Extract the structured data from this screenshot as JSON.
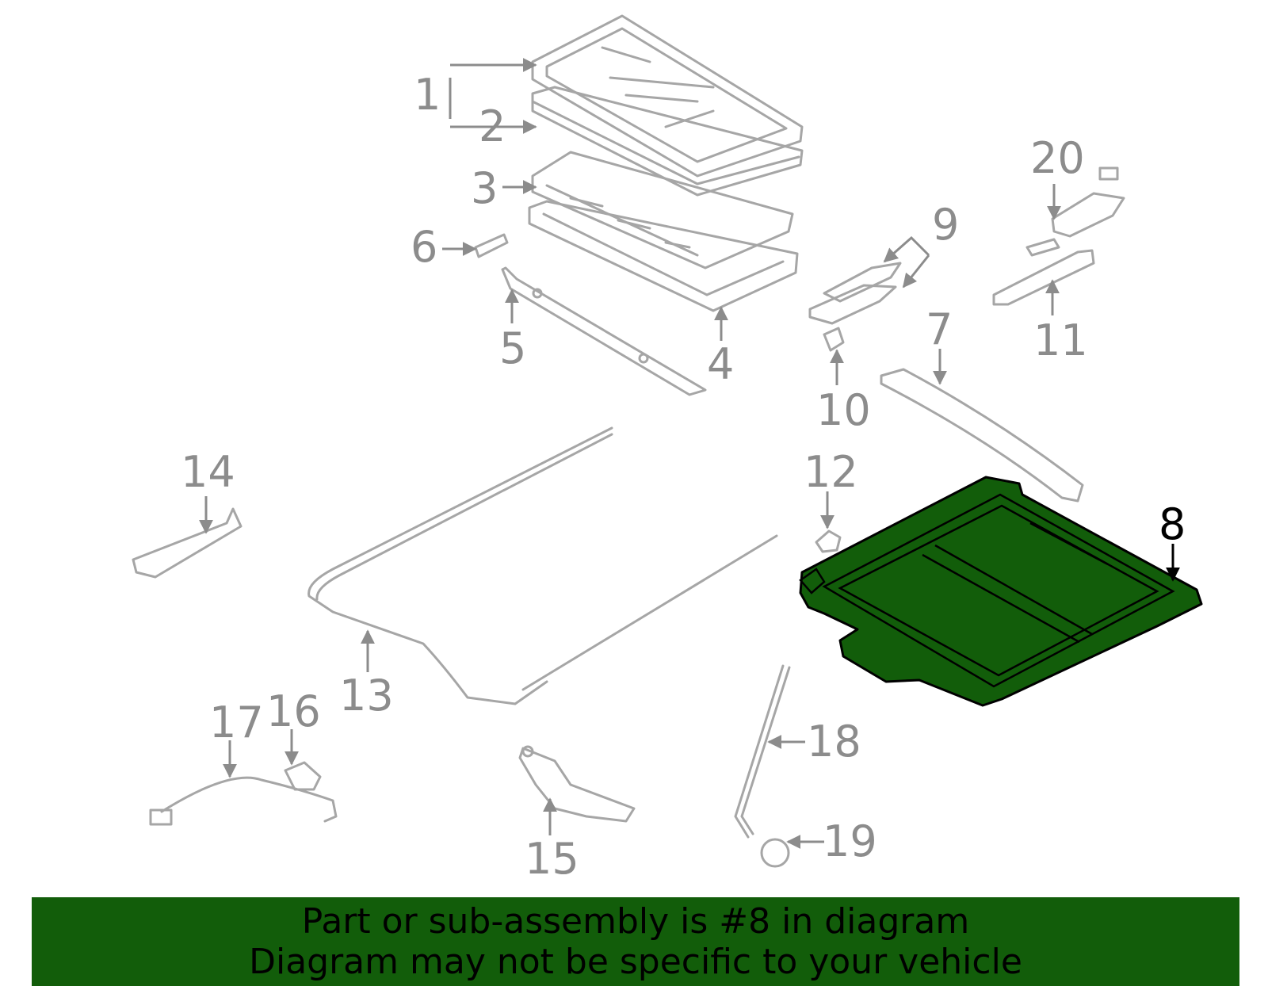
{
  "diagram": {
    "highlighted_part": "8",
    "highlight_color": "#125d0a",
    "callout_color": "#8c8c8c",
    "callouts": [
      {
        "id": "c1",
        "text": "1"
      },
      {
        "id": "c2",
        "text": "2"
      },
      {
        "id": "c3",
        "text": "3"
      },
      {
        "id": "c4",
        "text": "4"
      },
      {
        "id": "c5",
        "text": "5"
      },
      {
        "id": "c6",
        "text": "6"
      },
      {
        "id": "c7",
        "text": "7"
      },
      {
        "id": "c8",
        "text": "8"
      },
      {
        "id": "c9",
        "text": "9"
      },
      {
        "id": "c10",
        "text": "10"
      },
      {
        "id": "c11",
        "text": "11"
      },
      {
        "id": "c12",
        "text": "12"
      },
      {
        "id": "c13",
        "text": "13"
      },
      {
        "id": "c14",
        "text": "14"
      },
      {
        "id": "c15",
        "text": "15"
      },
      {
        "id": "c16",
        "text": "16"
      },
      {
        "id": "c17",
        "text": "17"
      },
      {
        "id": "c18",
        "text": "18"
      },
      {
        "id": "c19",
        "text": "19"
      },
      {
        "id": "c20",
        "text": "20"
      }
    ]
  },
  "footer": {
    "line1": "Part or sub-assembly is #8 in diagram",
    "line2": "Diagram may not be specific to your vehicle"
  }
}
